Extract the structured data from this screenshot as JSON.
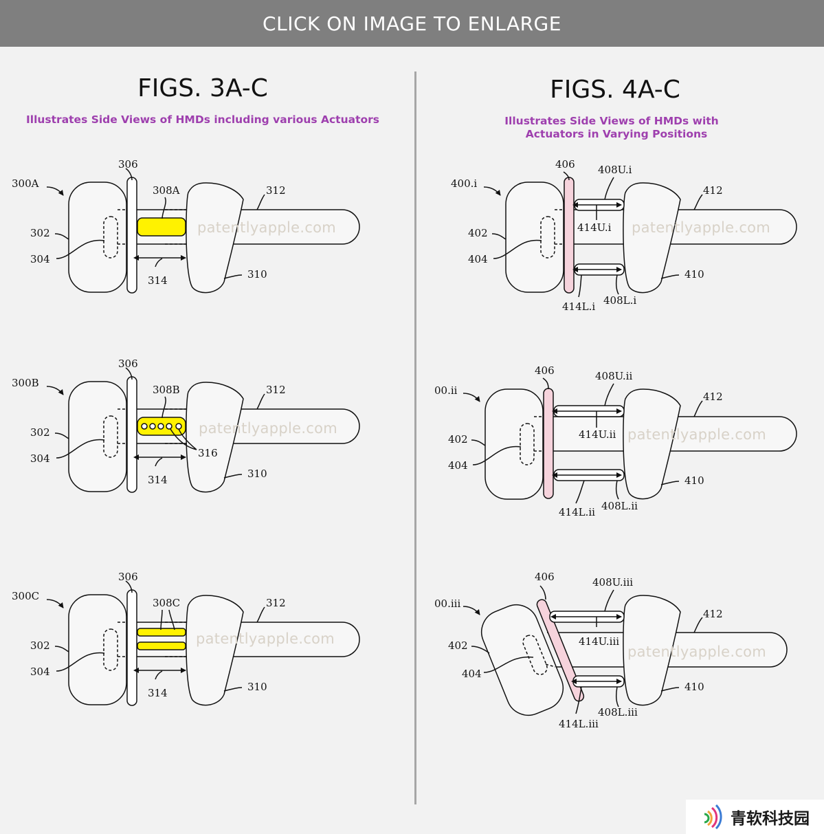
{
  "banner": {
    "label": "CLICK ON IMAGE TO ENLARGE"
  },
  "left_panel": {
    "title": "FIGS. 3A-C",
    "subtitle": "Illustrates Side Views of HMDs including various Actuators",
    "watermark": "patentlyapple.com",
    "fig_a": {
      "ref": "300A",
      "frame": "306",
      "actuator": "308A",
      "strap": "312",
      "body": "302",
      "lens": "304",
      "gap": "314",
      "pad": "310"
    },
    "fig_b": {
      "ref": "300B",
      "frame": "306",
      "actuator": "308B",
      "strap": "312",
      "body": "302",
      "lens": "304",
      "gap": "314",
      "pad": "310",
      "elements": "316"
    },
    "fig_c": {
      "ref": "300C",
      "frame": "306",
      "actuator": "308C",
      "strap": "312",
      "body": "302",
      "lens": "304",
      "gap": "314",
      "pad": "310"
    }
  },
  "right_panel": {
    "title": "FIGS. 4A-C",
    "subtitle_line1": "Illustrates Side Views of HMDs with",
    "subtitle_line2": "Actuators in Varying Positions",
    "watermark": "patentlyapple.com",
    "fig_a": {
      "ref": "400.i",
      "frame": "406",
      "upper_act": "408U.i",
      "strap": "412",
      "body": "402",
      "lens": "404",
      "upper_gap": "414U.i",
      "pad": "410",
      "lower_gap": "414L.i",
      "lower_act": "408L.i"
    },
    "fig_b": {
      "ref": "00.ii",
      "frame": "406",
      "upper_act": "408U.ii",
      "strap": "412",
      "body": "402",
      "lens": "404",
      "upper_gap": "414U.ii",
      "pad": "410",
      "lower_gap": "414L.ii",
      "lower_act": "408L.ii"
    },
    "fig_c": {
      "ref": "00.iii",
      "frame": "406",
      "upper_act": "408U.iii",
      "strap": "412",
      "body": "402",
      "lens": "404",
      "upper_gap": "414U.iii",
      "pad": "410",
      "lower_gap": "414L.iii",
      "lower_act": "408L.iii"
    }
  },
  "logo": {
    "text": "青软科技园",
    "icon": "signal-waves-icon"
  },
  "colors": {
    "actuator_fill": "#fff200",
    "frame_fill": "#f6d3dc",
    "subtitle": "#9e3fae",
    "banner": "#7f7f7f"
  }
}
